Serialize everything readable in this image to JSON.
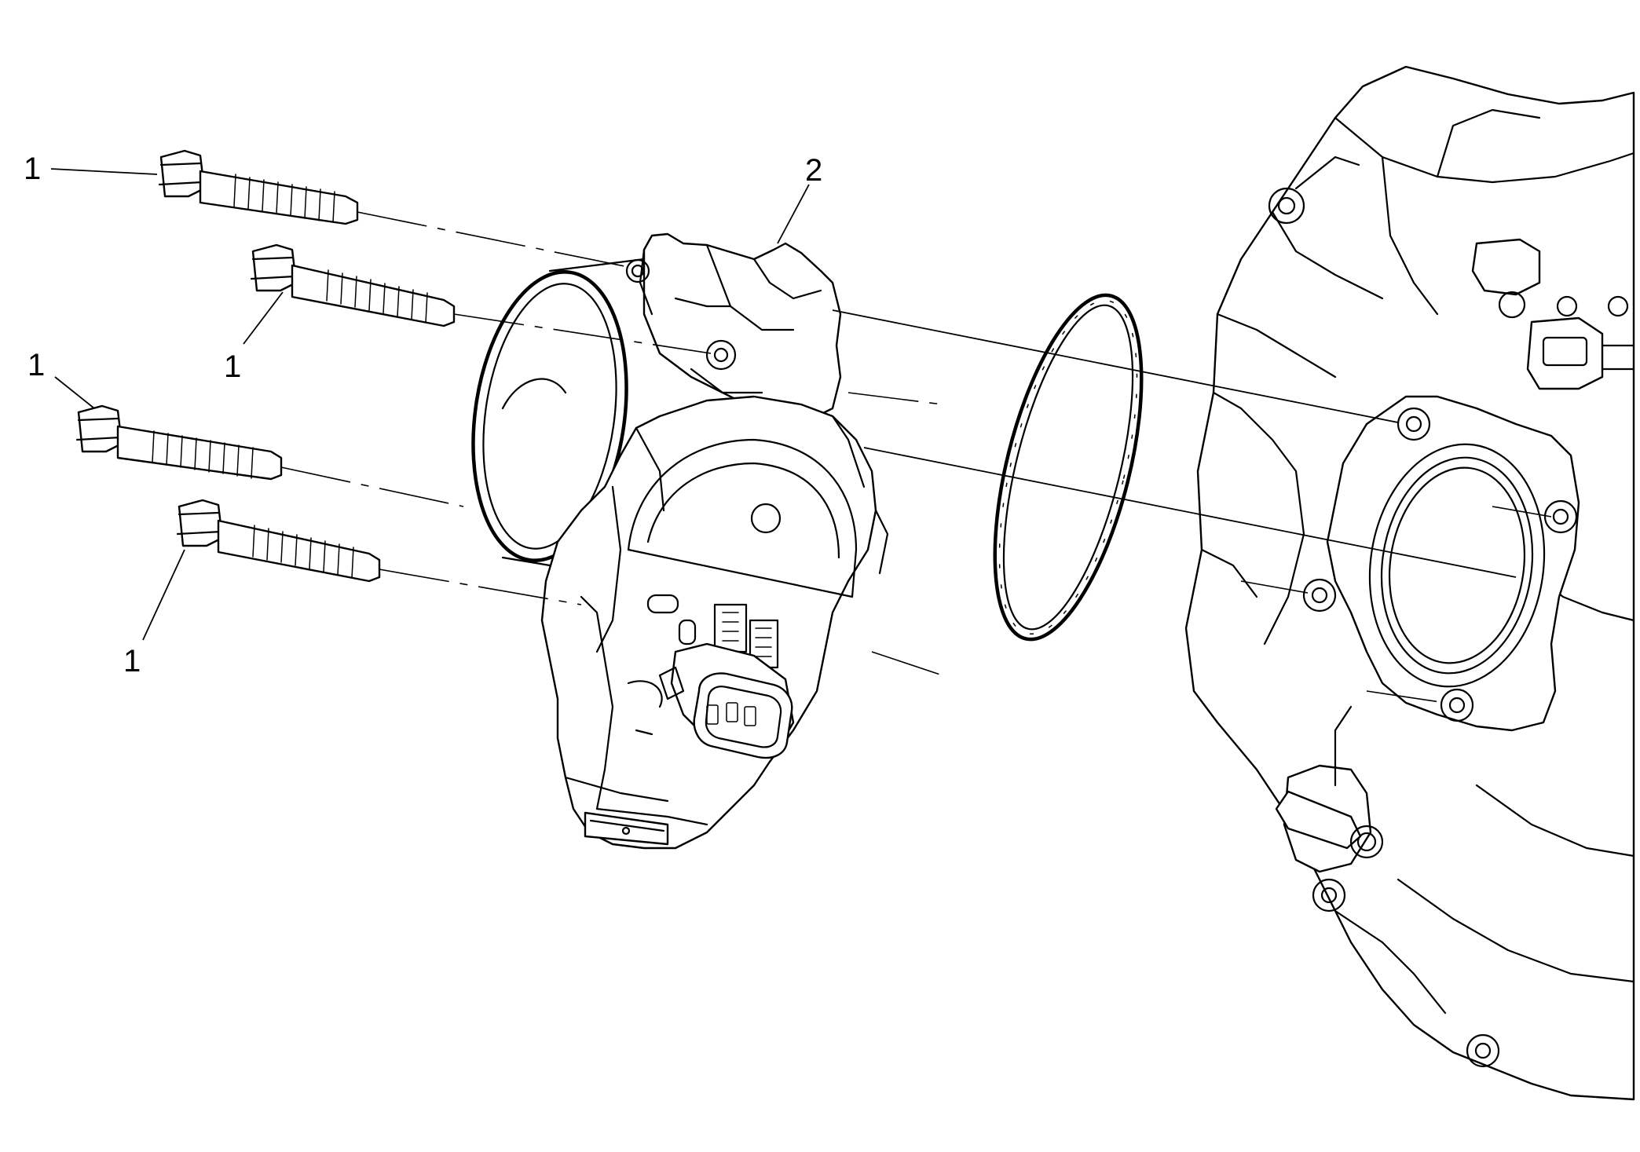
{
  "callouts": [
    {
      "id": "bolt-1a",
      "label": "1"
    },
    {
      "id": "bolt-1b",
      "label": "1"
    },
    {
      "id": "bolt-1c",
      "label": "1"
    },
    {
      "id": "bolt-1d",
      "label": "1"
    },
    {
      "id": "throttle-body",
      "label": "2"
    }
  ],
  "icons": {
    "bolt": "bolt-icon",
    "throttle_body": "throttle-body-icon",
    "gasket": "gasket-icon",
    "intake_manifold": "intake-manifold-icon"
  }
}
